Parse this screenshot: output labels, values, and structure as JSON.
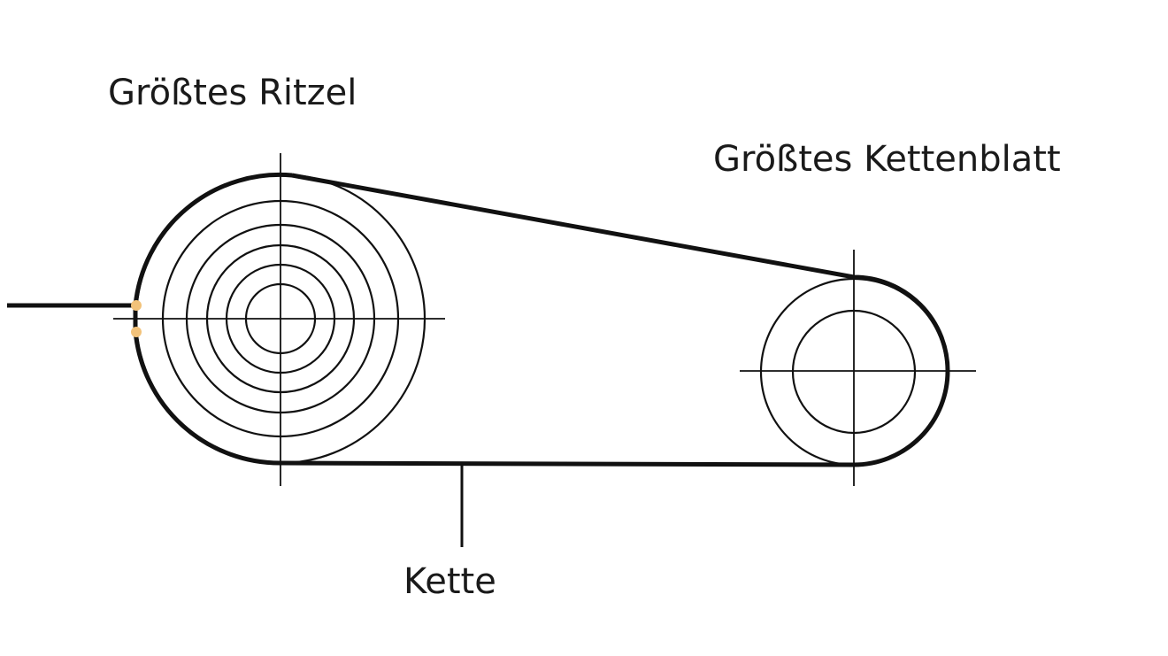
{
  "labels": {
    "largest_cog": "Größtes Ritzel",
    "largest_chainring": "Größtes Kettenblatt",
    "chain": "Kette"
  },
  "colors": {
    "line": "#111111",
    "pulley_dot": "#f2c27a",
    "background": "#ffffff"
  }
}
